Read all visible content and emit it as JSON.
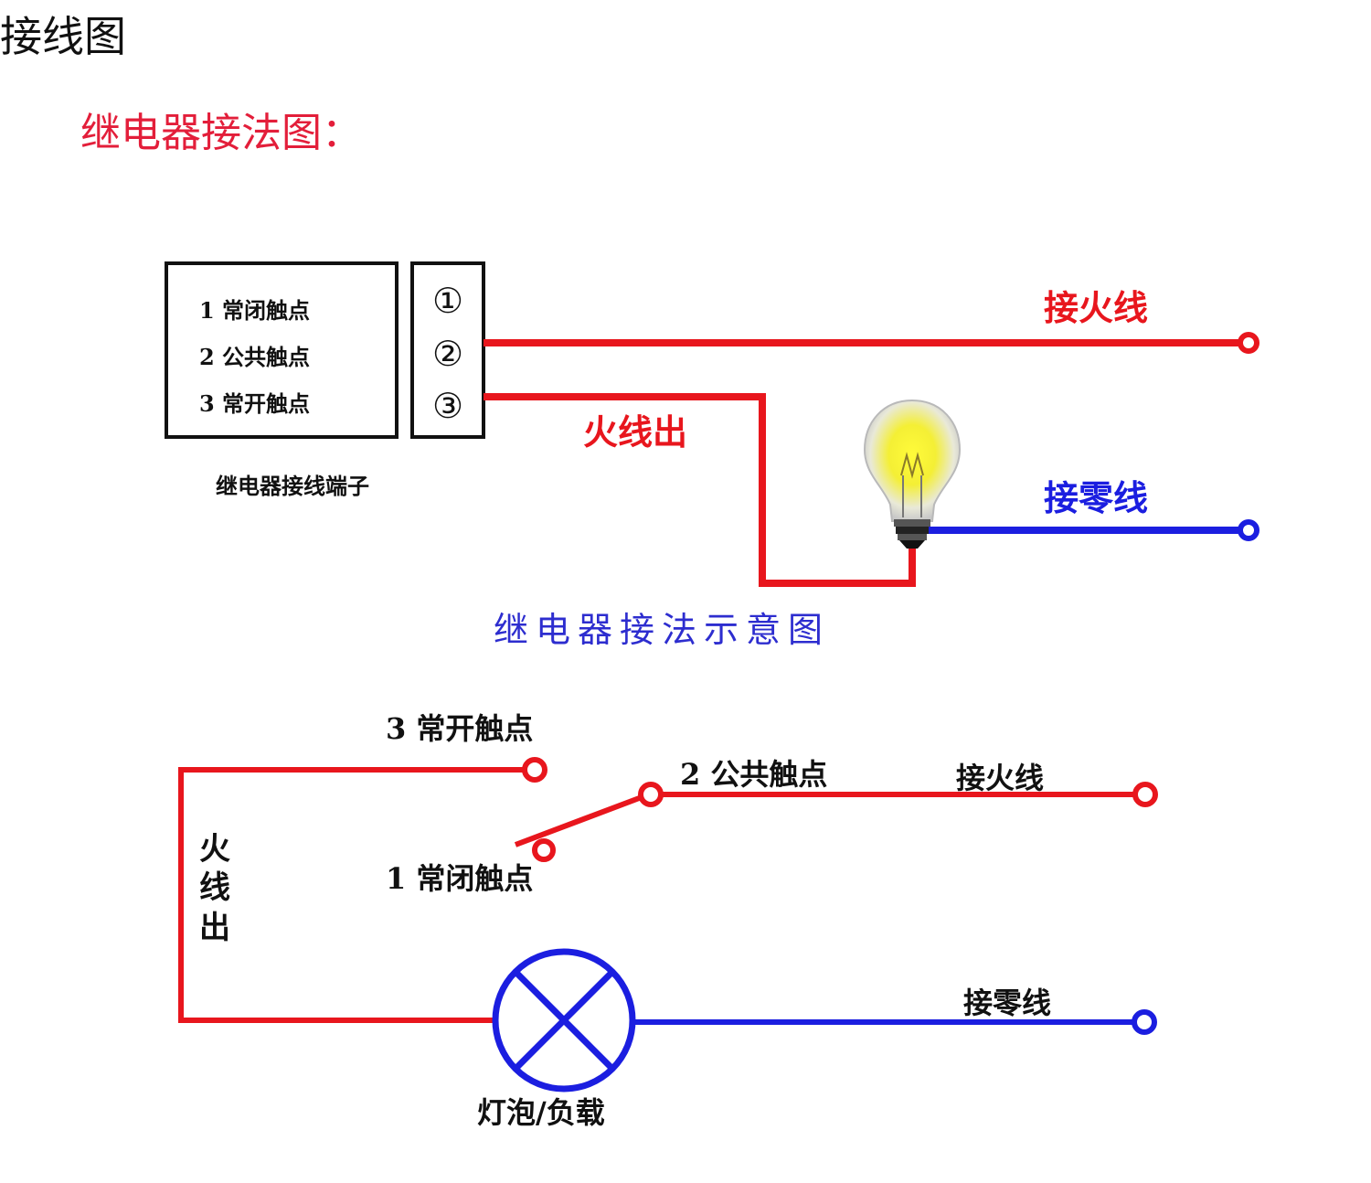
{
  "page_title": "接线图",
  "subtitle": "继电器接法图：",
  "top_diagram": {
    "terminal_lines": [
      "1 常闭触点",
      "2 公共触点",
      "3 常开触点"
    ],
    "terminal_numbers": [
      "①",
      "②",
      "③"
    ],
    "terminal_caption": "继电器接线端子",
    "live_in_label": "接火线",
    "live_out_label": "火线出",
    "neutral_label": "接零线",
    "caption": "继电器接法示意图"
  },
  "bottom_diagram": {
    "no_contact_label": "3 常开触点",
    "common_contact_label": "2 公共触点",
    "nc_contact_label": "1 常闭触点",
    "live_in_label": "接火线",
    "neutral_label": "接零线",
    "live_out_chars": [
      "火",
      "线",
      "出"
    ],
    "load_label": "灯泡/负载"
  },
  "colors": {
    "live": "#e8161d",
    "neutral": "#1b1ee0",
    "text": "#111111"
  }
}
